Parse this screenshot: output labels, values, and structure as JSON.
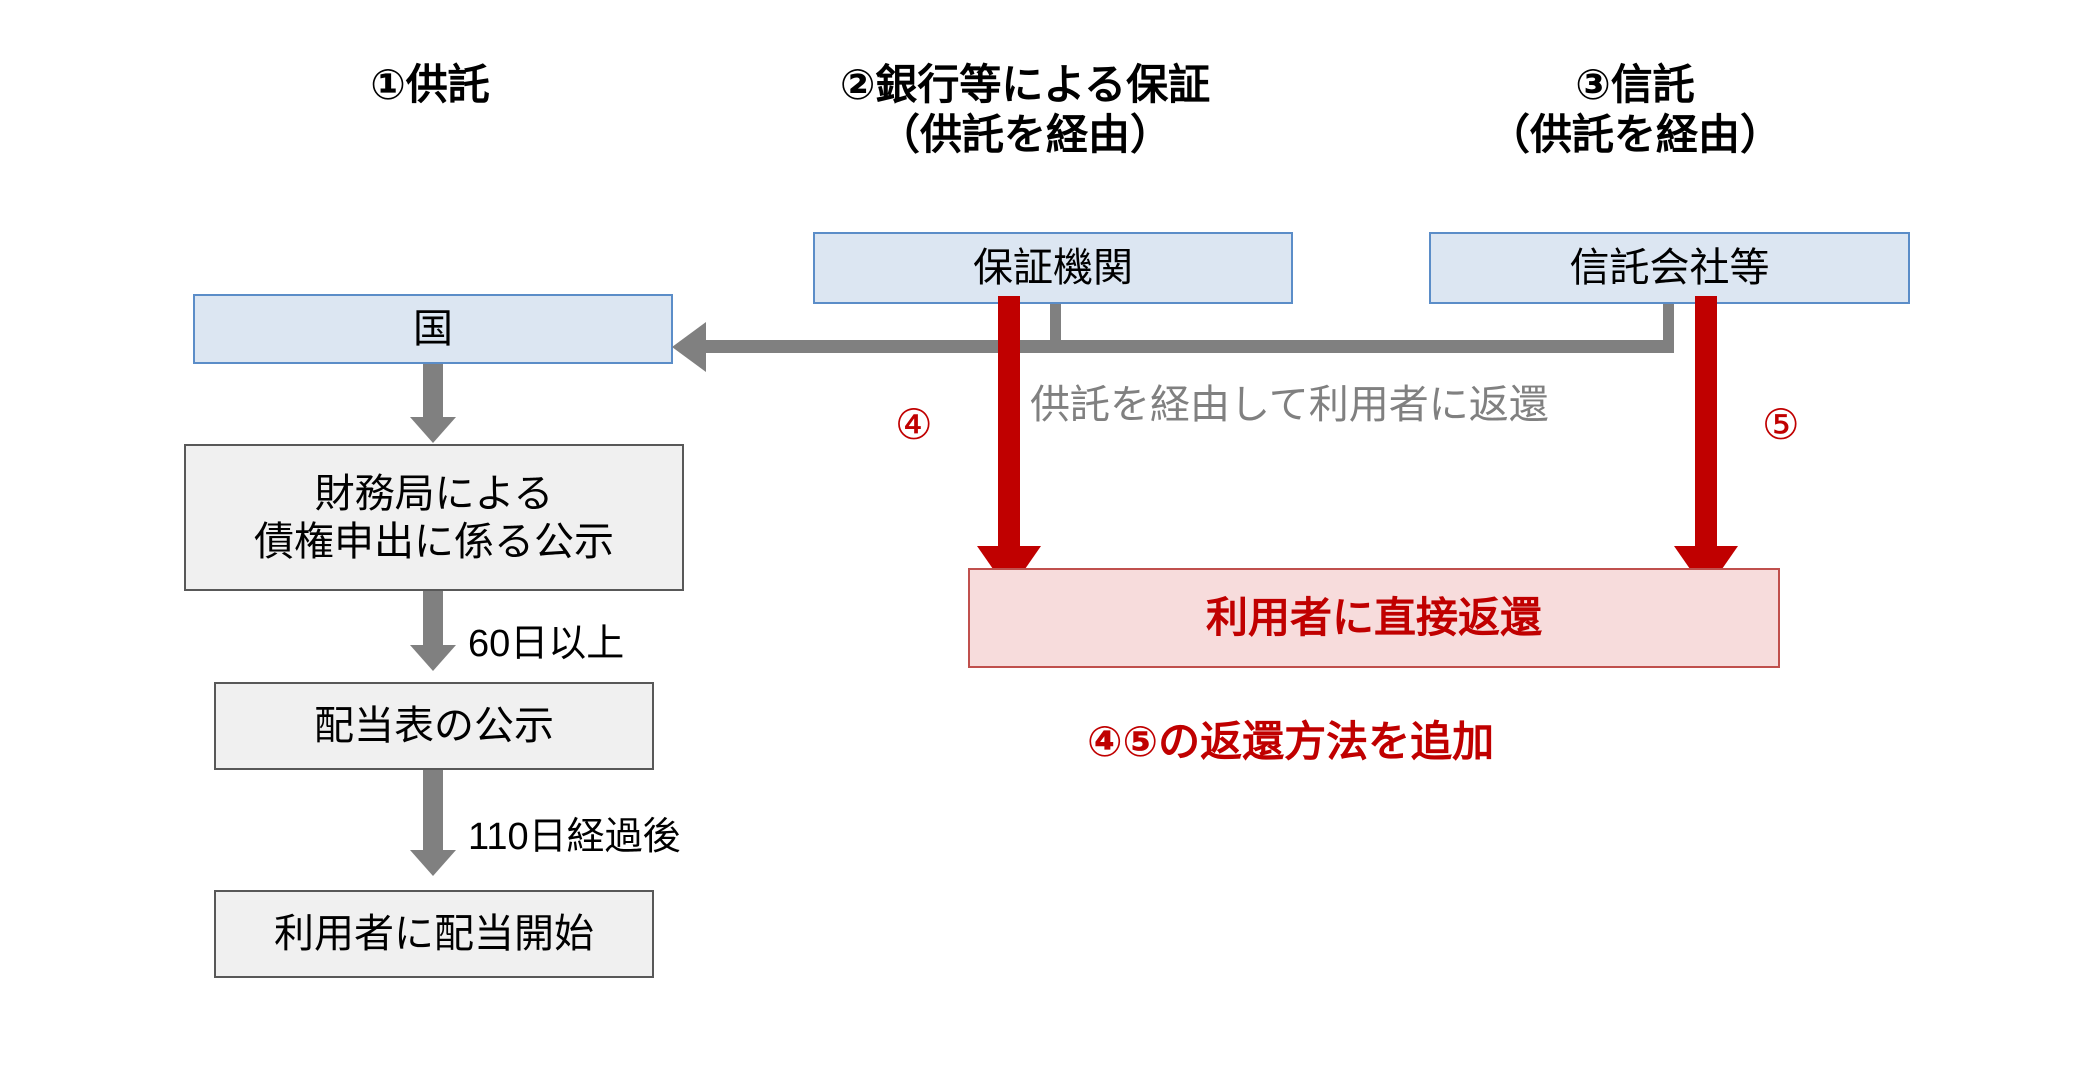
{
  "diagram": {
    "headings": [
      {
        "id": "deposit",
        "text": "①供託"
      },
      {
        "id": "bank-guarantee",
        "text": "②銀行等による保証\n（供託を経由）"
      },
      {
        "id": "trust",
        "text": "③信託\n（供託を経由）"
      }
    ],
    "boxes": [
      {
        "id": "country",
        "text": "国",
        "style": "blue"
      },
      {
        "id": "finance-bureau-notice",
        "text": "財務局による\n債権申出に係る公示",
        "style": "gray"
      },
      {
        "id": "distribution-table-notice",
        "text": "配当表の公示",
        "style": "gray"
      },
      {
        "id": "start-distribution",
        "text": "利用者に配当開始",
        "style": "gray"
      },
      {
        "id": "guarantee-institution",
        "text": "保証機関",
        "style": "blue"
      },
      {
        "id": "trust-company",
        "text": "信託会社等",
        "style": "blue"
      },
      {
        "id": "direct-return",
        "text": "利用者に直接返還",
        "style": "red"
      }
    ],
    "edge_labels": [
      {
        "id": "over-60-days",
        "text": "60日以上"
      },
      {
        "id": "after-110-days",
        "text": "110日経過後"
      }
    ],
    "annotations": [
      {
        "id": "return-via-deposit",
        "text": "供託を経由して利用者に返還",
        "color": "#808080"
      },
      {
        "id": "marker-4",
        "text": "④",
        "color": "#c00000"
      },
      {
        "id": "marker-5",
        "text": "⑤",
        "color": "#c00000"
      },
      {
        "id": "added-return-methods",
        "text": "④⑤の返還方法を追加",
        "color": "#c00000"
      }
    ],
    "colors": {
      "blue_fill": "#dce6f2",
      "blue_border": "#5b8dc8",
      "gray_fill": "#f0f0f0",
      "gray_border": "#585858",
      "red_fill": "#f7dcdc",
      "red_border": "#c0504d",
      "red_accent": "#c00000",
      "gray_accent": "#808080",
      "background": "#ffffff"
    }
  }
}
